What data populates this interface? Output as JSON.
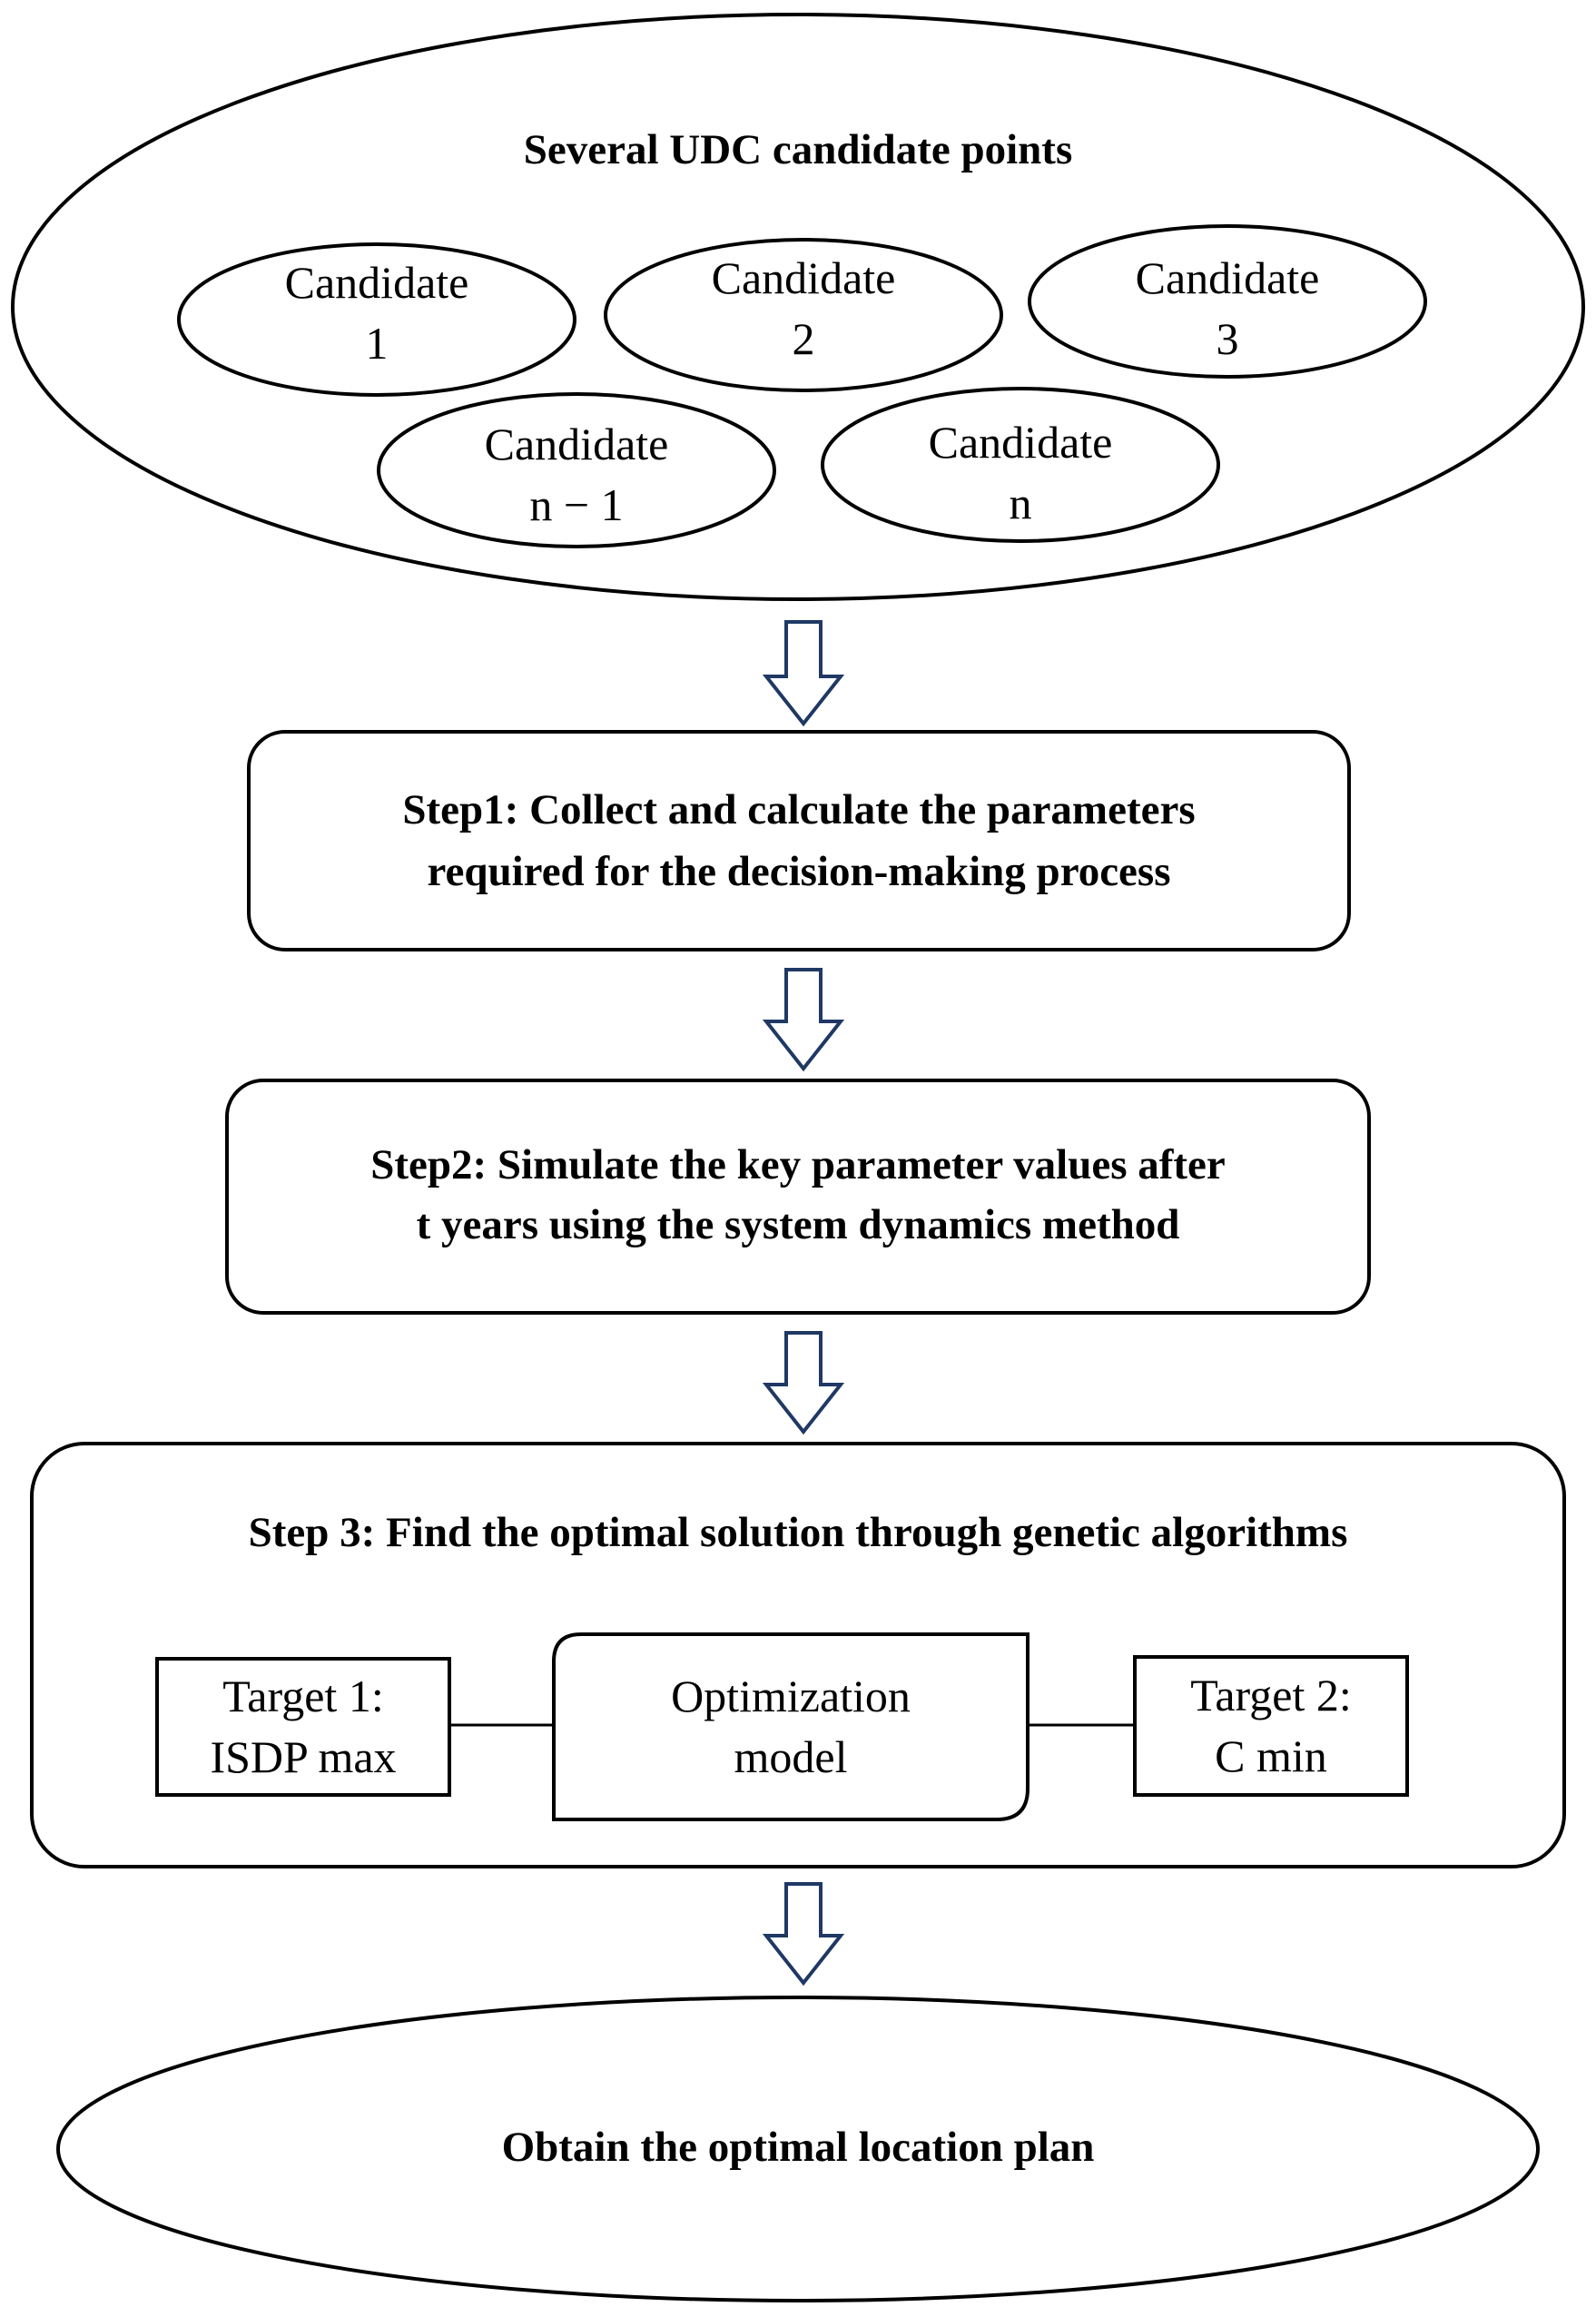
{
  "top": {
    "title": "Several UDC candidate points",
    "candidates": [
      {
        "line1": "Candidate",
        "line2": "1"
      },
      {
        "line1": "Candidate",
        "line2": "2"
      },
      {
        "line1": "Candidate",
        "line2": "3"
      },
      {
        "line1": "Candidate",
        "line2": "n − 1"
      },
      {
        "line1": "Candidate",
        "line2": "n"
      }
    ]
  },
  "step1": {
    "line1": "Step1: Collect and calculate the parameters",
    "line2": "required for the decision-making process"
  },
  "step2": {
    "line1": "Step2: Simulate the key parameter values after",
    "line2": "t years using the system dynamics method"
  },
  "step3": {
    "title": "Step 3: Find the optimal solution through genetic algorithms",
    "target1": {
      "line1": "Target 1:",
      "line2": "ISDP max"
    },
    "model": {
      "line1": "Optimization",
      "line2": "model"
    },
    "target2": {
      "line1": "Target 2:",
      "line2": "C min"
    }
  },
  "result": "Obtain the optimal location plan",
  "colors": {
    "arrow": "#1f3864",
    "stroke": "#000000"
  }
}
